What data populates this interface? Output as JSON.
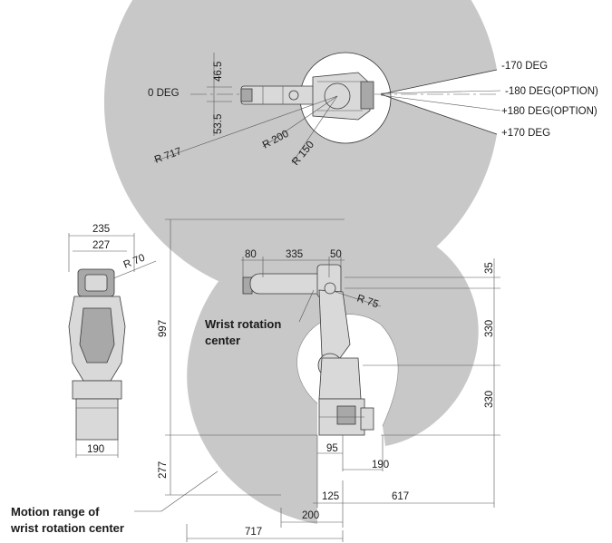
{
  "colors": {
    "range": "#c8c8c8",
    "line": "#333333",
    "robot": "#d9d9d9",
    "background": "#ffffff"
  },
  "top_view": {
    "angles": {
      "zero": "0 DEG",
      "neg170": "-170 DEG",
      "neg180": "-180 DEG(OPTION)",
      "pos180": "+180 DEG(OPTION)",
      "pos170": "+170 DEG"
    },
    "dims": {
      "d46_5": "46.5",
      "d53_5": "53.5",
      "r717": "R 717",
      "r200": "R 200",
      "r150": "R 150"
    }
  },
  "front_view": {
    "dims": {
      "d235": "235",
      "d227": "227",
      "r70": "R 70",
      "d190": "190"
    }
  },
  "side_view": {
    "dims": {
      "d80": "80",
      "d335": "335",
      "d50": "50",
      "d35": "35",
      "r75": "R 75",
      "d330a": "330",
      "d330b": "330",
      "d997": "997",
      "d277": "277",
      "d95": "95",
      "d190": "190",
      "d125": "125",
      "d617": "617",
      "d200": "200",
      "d717": "717"
    },
    "labels": {
      "wrist_line1": "Wrist rotation",
      "wrist_line2": "center",
      "motion_line1": "Motion range of",
      "motion_line2": "wrist rotation center"
    }
  }
}
